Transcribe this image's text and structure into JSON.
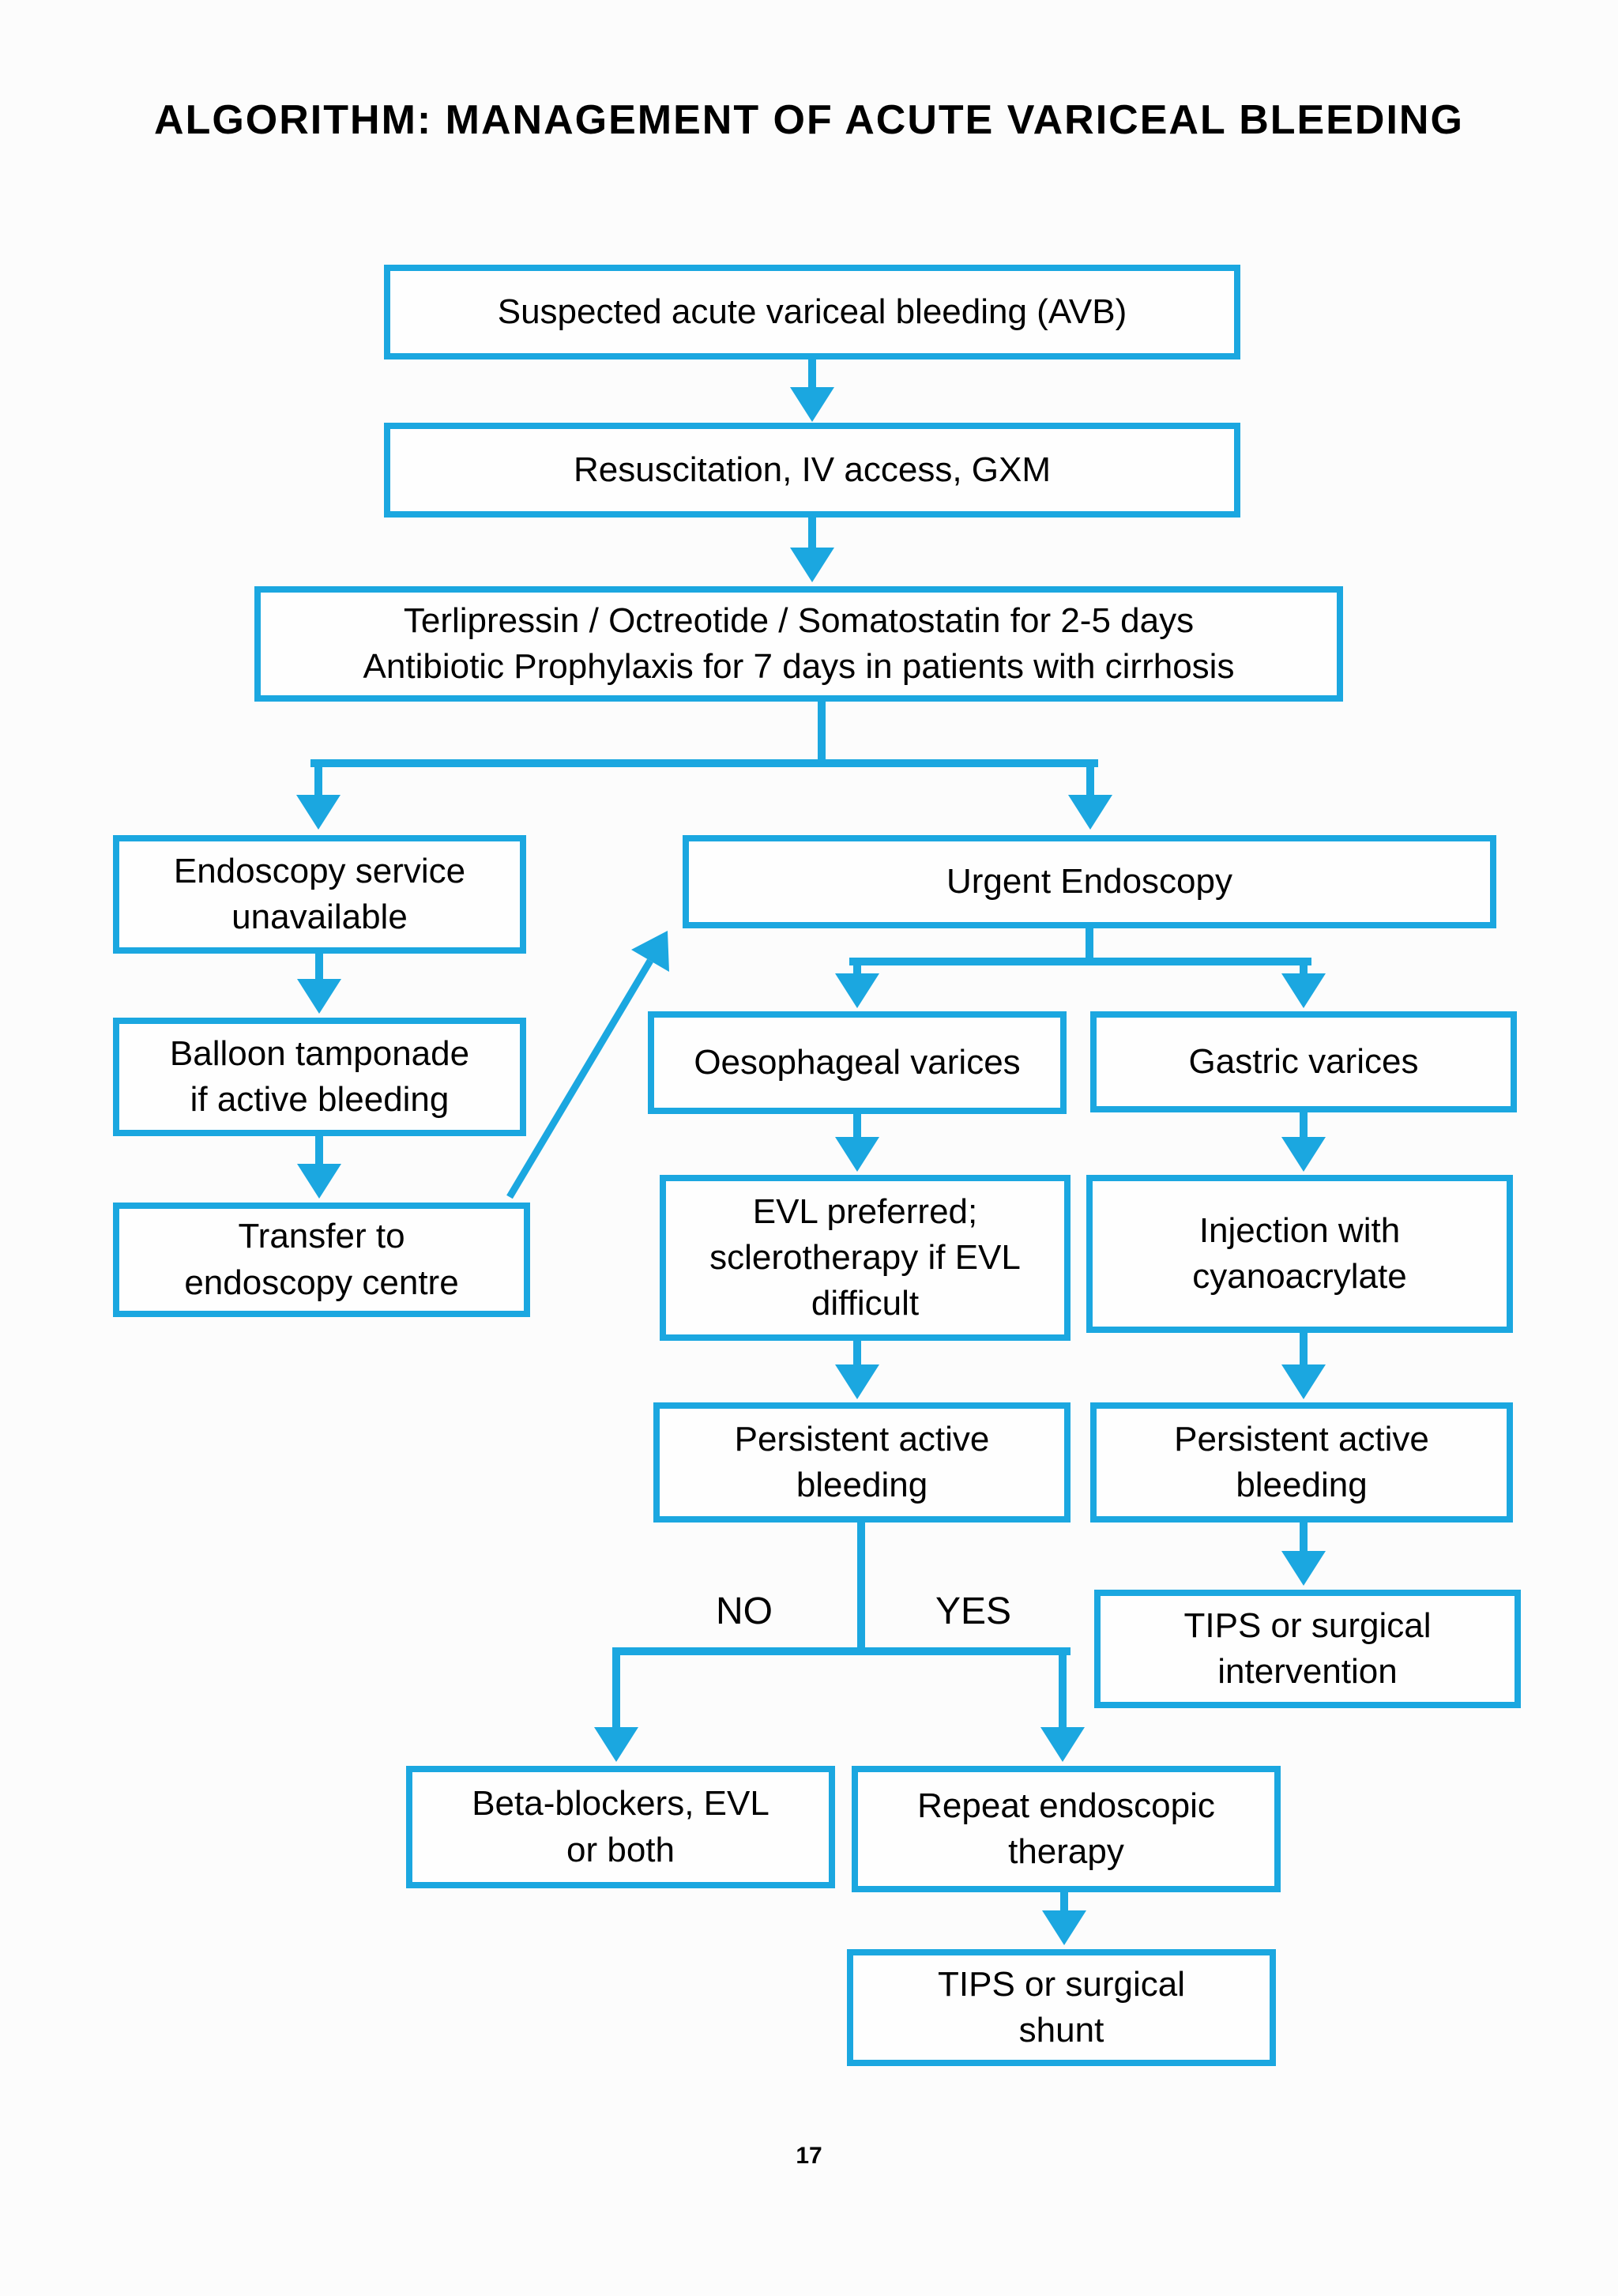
{
  "page": {
    "title": "ALGORITHM: MANAGEMENT OF ACUTE VARICEAL BLEEDING",
    "page_number": "17"
  },
  "colors": {
    "accent": "#1BA7E0",
    "box_fill": "#FEFEFE",
    "page_background": "#FCFCFC",
    "text": "#000000"
  },
  "nodes": {
    "suspected": {
      "text": "Suspected acute variceal bleeding (AVB)"
    },
    "resuscitation": {
      "text": "Resuscitation, IV access, GXM"
    },
    "pharmacotherapy": {
      "text": "Terlipressin / Octreotide / Somatostatin for 2-5 days\nAntibiotic Prophylaxis for 7 days in patients with cirrhosis"
    },
    "endoscopy_unavailable": {
      "text": "Endoscopy service\nunavailable"
    },
    "urgent_endoscopy": {
      "text": "Urgent Endoscopy"
    },
    "balloon_tamponade": {
      "text": "Balloon tamponade\nif active bleeding"
    },
    "transfer": {
      "text": "Transfer to\nendoscopy centre"
    },
    "oesophageal": {
      "text": "Oesophageal varices"
    },
    "gastric": {
      "text": "Gastric varices"
    },
    "evl": {
      "text": "EVL preferred;\nsclerotherapy if EVL\ndifficult"
    },
    "cyanoacrylate": {
      "text": "Injection with\ncyanoacrylate"
    },
    "persistent_oesophageal": {
      "text": "Persistent active\nbleeding"
    },
    "persistent_gastric": {
      "text": "Persistent active\nbleeding"
    },
    "tips_intervention": {
      "text": "TIPS or surgical\nintervention"
    },
    "beta_blockers": {
      "text": "Beta-blockers, EVL\nor both"
    },
    "repeat_endoscopy": {
      "text": "Repeat endoscopic\ntherapy"
    },
    "tips_shunt": {
      "text": "TIPS or surgical\nshunt"
    }
  },
  "edges": [
    {
      "from": "suspected",
      "to": "resuscitation",
      "label": ""
    },
    {
      "from": "resuscitation",
      "to": "pharmacotherapy",
      "label": ""
    },
    {
      "from": "pharmacotherapy",
      "to": "endoscopy_unavailable",
      "label": ""
    },
    {
      "from": "pharmacotherapy",
      "to": "urgent_endoscopy",
      "label": ""
    },
    {
      "from": "endoscopy_unavailable",
      "to": "balloon_tamponade",
      "label": ""
    },
    {
      "from": "balloon_tamponade",
      "to": "transfer",
      "label": ""
    },
    {
      "from": "transfer",
      "to": "urgent_endoscopy",
      "label": ""
    },
    {
      "from": "urgent_endoscopy",
      "to": "oesophageal",
      "label": ""
    },
    {
      "from": "urgent_endoscopy",
      "to": "gastric",
      "label": ""
    },
    {
      "from": "oesophageal",
      "to": "evl",
      "label": ""
    },
    {
      "from": "gastric",
      "to": "cyanoacrylate",
      "label": ""
    },
    {
      "from": "evl",
      "to": "persistent_oesophageal",
      "label": ""
    },
    {
      "from": "cyanoacrylate",
      "to": "persistent_gastric",
      "label": ""
    },
    {
      "from": "persistent_oesophageal",
      "to": "beta_blockers",
      "label": "NO"
    },
    {
      "from": "persistent_oesophageal",
      "to": "repeat_endoscopy",
      "label": "YES"
    },
    {
      "from": "persistent_gastric",
      "to": "tips_intervention",
      "label": ""
    },
    {
      "from": "repeat_endoscopy",
      "to": "tips_shunt",
      "label": ""
    }
  ]
}
